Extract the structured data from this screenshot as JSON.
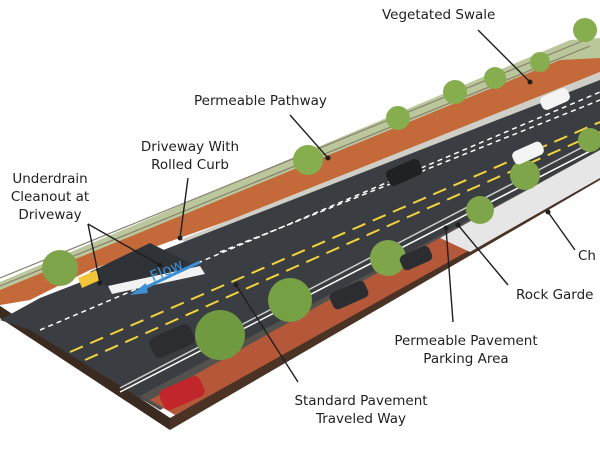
{
  "diagram": {
    "labels": {
      "vegetated_swale": "Vegetated Swale",
      "permeable_pathway": "Permeable Pathway",
      "driveway_rolled_curb_1": "Driveway With",
      "driveway_rolled_curb_2": "Rolled Curb",
      "underdrain_1": "Underdrain",
      "underdrain_2": "Cleanout at",
      "underdrain_3": "Driveway",
      "flow": "Flow",
      "ch": "Ch",
      "rock_garden": "Rock Garde",
      "permeable_pavement_1": "Permeable Pavement",
      "permeable_pavement_2": "Parking Area",
      "standard_pavement_1": "Standard Pavement",
      "standard_pavement_2": "Traveled Way"
    },
    "colors": {
      "asphalt": "#3a3d42",
      "swale_soil": "#c46a3a",
      "grass": "#9bb87a",
      "rock": "#e6e6e6",
      "yellow_line": "#f3d33b",
      "flow_arrow": "#3d8fd6",
      "ground_edge": "#3b2a20"
    }
  }
}
